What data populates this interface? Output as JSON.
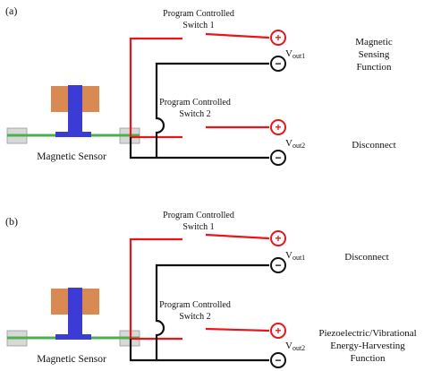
{
  "panels": [
    {
      "tag": "(a)",
      "sensor_label": "Magnetic Sensor",
      "switch1": {
        "line1": "Program Controlled",
        "line2": "Switch 1"
      },
      "switch2": {
        "line1": "Program Controlled",
        "line2": "Switch 2"
      },
      "vout1": {
        "base": "V",
        "sub": "out1"
      },
      "vout2": {
        "base": "V",
        "sub": "out2"
      },
      "plus": "+",
      "minus": "−",
      "note1": [
        "Magnetic",
        "Sensing",
        "Function"
      ],
      "note2": [
        "Disconnect"
      ]
    },
    {
      "tag": "(b)",
      "sensor_label": "Magnetic Sensor",
      "switch1": {
        "line1": "Program Controlled",
        "line2": "Switch 1"
      },
      "switch2": {
        "line1": "Program Controlled",
        "line2": "Switch 2"
      },
      "vout1": {
        "base": "V",
        "sub": "out1"
      },
      "vout2": {
        "base": "V",
        "sub": "out2"
      },
      "plus": "+",
      "minus": "−",
      "note1": [
        "Disconnect"
      ],
      "note2": [
        "Piezoelectric/Vibrational",
        "Energy-Harvesting",
        "Function"
      ]
    }
  ],
  "colors": {
    "red": "#e8161b",
    "black": "#111111",
    "magnet": "#3b3bd6",
    "coil": "#d98a52",
    "substrate": "#4caf50",
    "clamp": "#d8d8d8"
  }
}
